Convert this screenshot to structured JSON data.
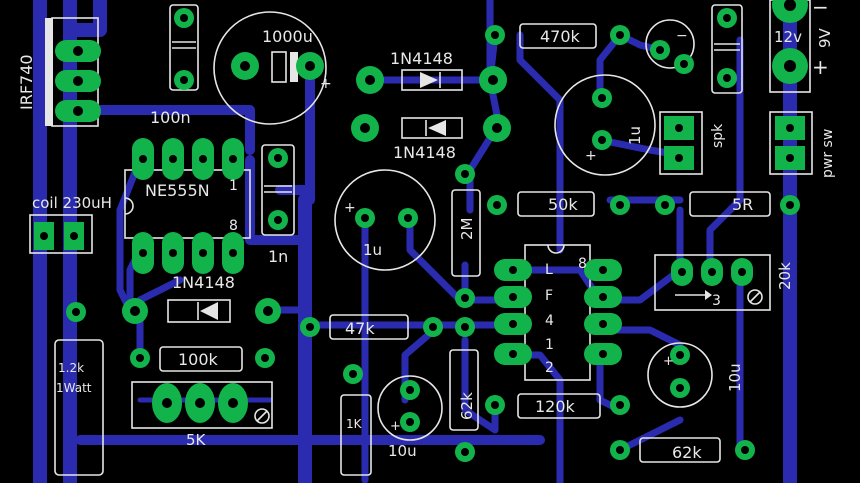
{
  "labels": {
    "irf740": "IRF740",
    "c1000u": "1000u",
    "d1": "1N4148",
    "d2": "1N4148",
    "d3": "1N4148",
    "r470k": "470k",
    "v12": "12v",
    "v9": "9V",
    "plus": "+",
    "minus": "−",
    "c100n": "100n",
    "ic1": "NE555N",
    "pin1": "1",
    "pin8": "8",
    "c1n": "1n",
    "coil": "coil 230uH",
    "c1u_a": "1u",
    "c1u_b": "1u",
    "r2m": "2M",
    "r50k": "50k",
    "r5r": "5R",
    "spk": "spk",
    "pwr": "pwr sw",
    "r47k": "47k",
    "r100k": "100k",
    "pot5k": "5K",
    "r12k": "1.2k",
    "r12k_w": "1Watt",
    "r1k": "1K",
    "c10u_a": "10u",
    "r62k_a": "62k",
    "r120k": "120k",
    "r62k_b": "62k",
    "c10u_b": "10u",
    "r20k": "20k",
    "pot3": "3",
    "ic2_l": "L",
    "ic2_f": "F",
    "ic2_4": "4",
    "ic2_1": "1",
    "ic2_2": "2",
    "ic2_8": "8"
  }
}
